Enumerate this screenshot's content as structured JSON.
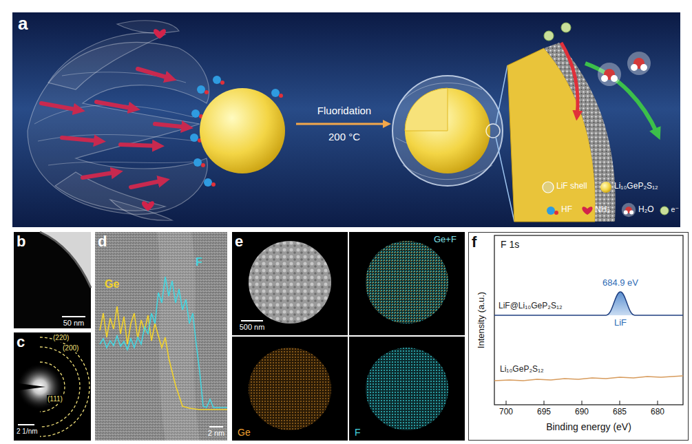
{
  "diagram": {
    "nodes": [
      {
        "text": [
          "a",
          "Fluoridation",
          "200 °C"
        ]
      },
      {
        "text": [
          "b",
          "50 nm"
        ]
      },
      {
        "text": [
          "c",
          "(220)",
          "(200)",
          "(111)",
          "2 1/nm"
        ]
      },
      {
        "text": [
          "d",
          "Ge",
          "F",
          "2 nm"
        ]
      },
      {
        "text": [
          "e"
        ]
      },
      {
        "text": [
          "500 nm"
        ],
        "in": 4
      },
      {
        "text": [
          "Ge+F"
        ],
        "in": 4
      },
      {
        "text": [
          "Ge"
        ],
        "in": 4
      },
      {
        "text": [
          "F"
        ],
        "in": 4
      },
      {
        "text": [
          "f",
          "F 1s",
          "684.9 eV",
          "LiF",
          "LiF@Li₁₀GeP₂S₁₂",
          "Li₁₀GeP₂S₁₂",
          "Intensity (a.u.)",
          "Binding energy (eV)",
          "700",
          "695",
          "690",
          "685",
          "680"
        ]
      }
    ],
    "legend": [
      {
        "text": "LiF shell"
      },
      {
        "text": "Li₁₀GeP₂S₁₂"
      },
      {
        "text": "HF"
      },
      {
        "text": "NH₃"
      },
      {
        "text": "H₂O"
      },
      {
        "text": "e⁻"
      }
    ]
  }
}
